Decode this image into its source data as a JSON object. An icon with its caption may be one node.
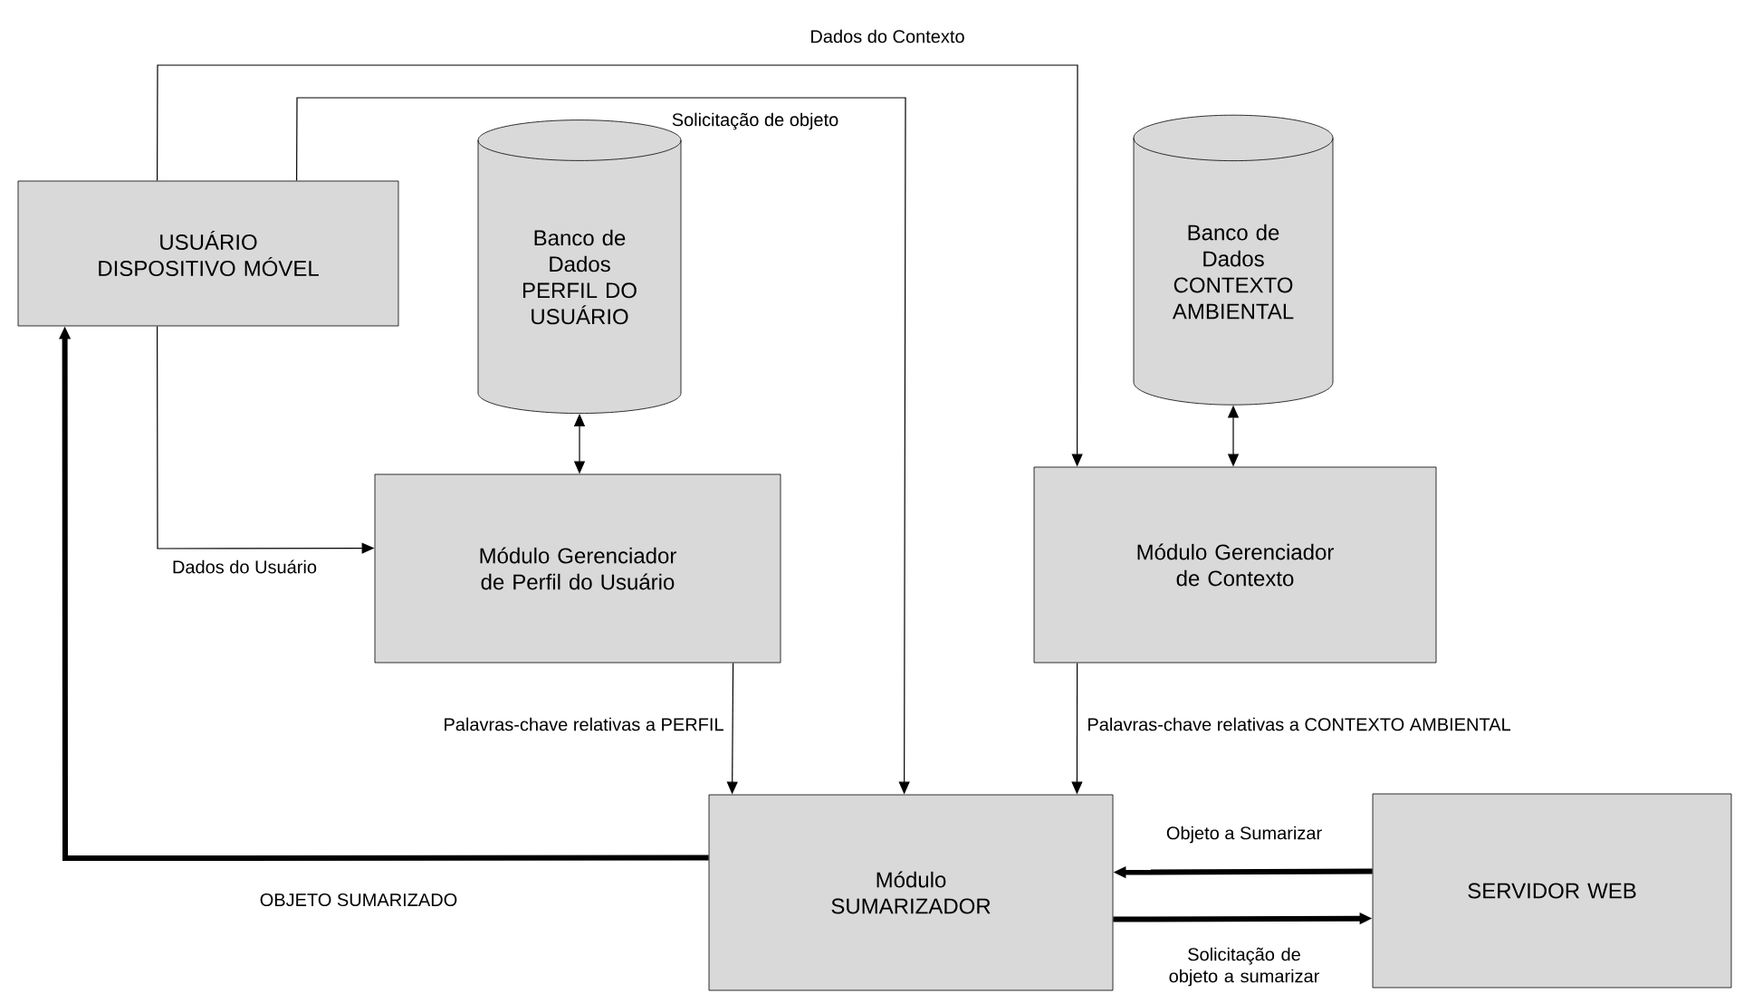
{
  "diagram": {
    "nodes": [
      {
        "text": [
          "USUÁRIO DISPOSITIVO MÓVEL"
        ]
      },
      {
        "text": [
          "Banco de Dados PERFIL DO USUÁRIO"
        ]
      },
      {
        "text": [
          "Banco de Dados CONTEXTO AMBIENTAL"
        ]
      },
      {
        "text": [
          "Módulo Gerenciador de Perfil do Usuário"
        ]
      },
      {
        "text": [
          "Módulo Gerenciador de Contexto"
        ]
      },
      {
        "text": [
          "Módulo SUMARIZADOR"
        ]
      },
      {
        "text": [
          "SERVIDOR WEB"
        ]
      }
    ],
    "edges": [
      {
        "from": 0,
        "to": 4,
        "arrow": "to",
        "label": "Dados do Contexto"
      },
      {
        "from": 0,
        "to": 5,
        "arrow": "to",
        "label": "Solicitação de objeto"
      },
      {
        "from": 0,
        "to": 3,
        "arrow": "to",
        "label": "Dados do Usuário"
      },
      {
        "from": 1,
        "to": 3,
        "arrow": "both"
      },
      {
        "from": 2,
        "to": 4,
        "arrow": "both"
      },
      {
        "from": 3,
        "to": 5,
        "arrow": "to",
        "label": "Palavras-chave relativas a PERFIL"
      },
      {
        "from": 4,
        "to": 5,
        "arrow": "to",
        "label": "Palavras-chave relativas a CONTEXTO AMBIENTAL"
      },
      {
        "from": 5,
        "to": 0,
        "arrow": "to",
        "label": "OBJETO SUMARIZADO",
        "style": "thick"
      },
      {
        "from": 6,
        "to": 5,
        "arrow": "to",
        "label": "Objeto a Sumarizar",
        "style": "thick"
      },
      {
        "from": 5,
        "to": 6,
        "arrow": "to",
        "label": "Solicitação de objeto a sumarizar",
        "style": "thick"
      }
    ]
  }
}
